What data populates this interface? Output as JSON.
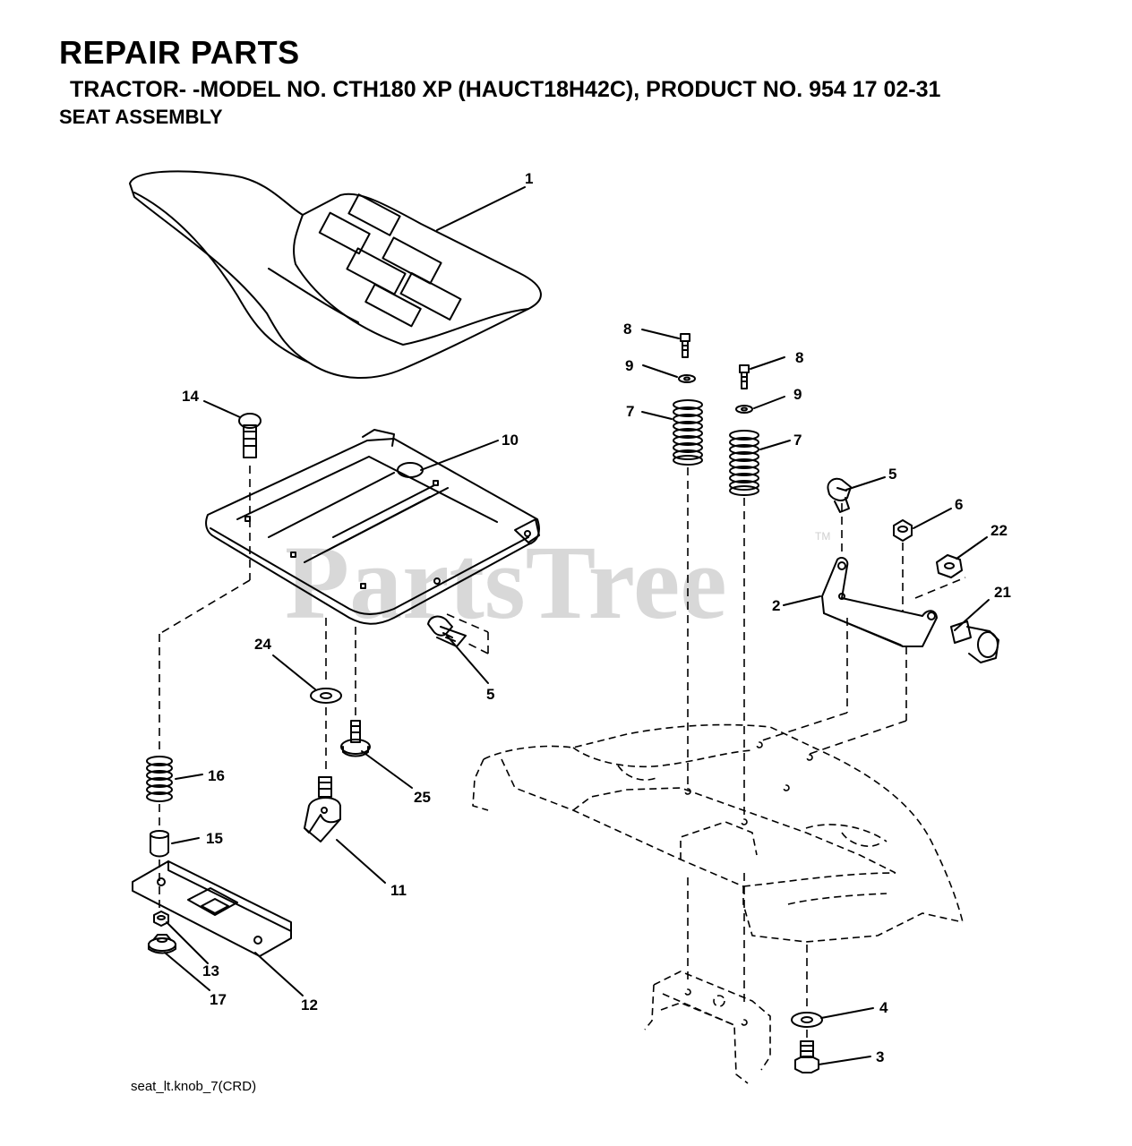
{
  "header": {
    "title": "REPAIR PARTS",
    "subtitle": " TRACTOR- -MODEL NO. CTH180 XP (HAUCT18H42C), PRODUCT NO. 954 17 02-31",
    "section": "SEAT ASSEMBLY"
  },
  "watermark": {
    "text": "PartsTree",
    "tm": "TM"
  },
  "footer": {
    "code": "seat_lt.knob_7(CRD)"
  },
  "callouts": {
    "c1": "1",
    "c2": "2",
    "c3": "3",
    "c4": "4",
    "c5a": "5",
    "c5b": "5",
    "c6": "6",
    "c7a": "7",
    "c7b": "7",
    "c8a": "8",
    "c8b": "8",
    "c9a": "9",
    "c9b": "9",
    "c10": "10",
    "c11": "11",
    "c12": "12",
    "c13": "13",
    "c14": "14",
    "c15": "15",
    "c16": "16",
    "c17": "17",
    "c21": "21",
    "c22": "22",
    "c24": "24",
    "c25": "25"
  }
}
